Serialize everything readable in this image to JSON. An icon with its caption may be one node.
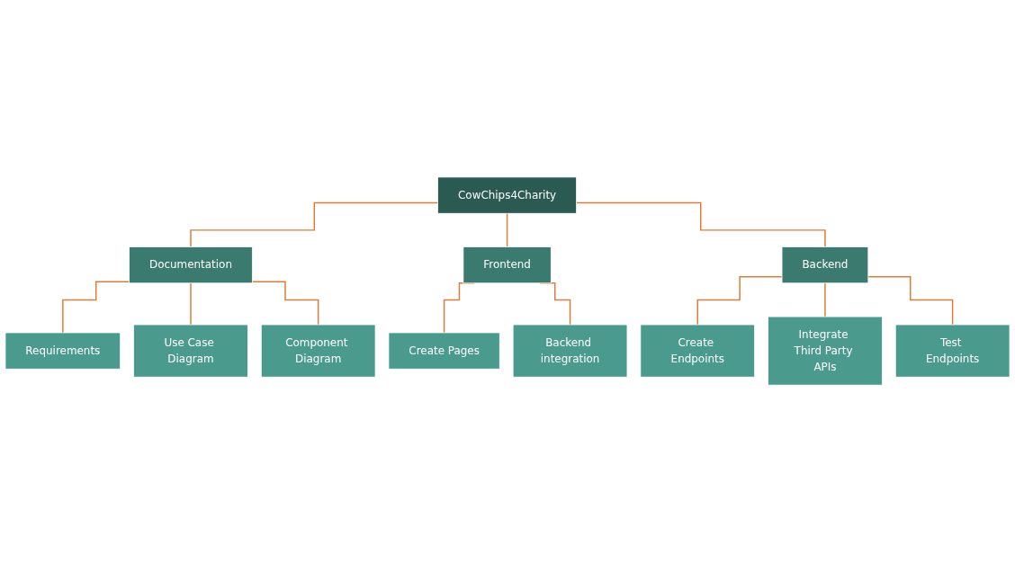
{
  "diagram": {
    "nodes": [
      {
        "text": [
          "CowChips4Charity"
        ]
      },
      {
        "text": [
          "Documentation"
        ]
      },
      {
        "text": [
          "Frontend"
        ]
      },
      {
        "text": [
          "Backend"
        ]
      },
      {
        "text": [
          "Requirements"
        ]
      },
      {
        "text": [
          "Use Case Diagram"
        ]
      },
      {
        "text": [
          "Component Diagram"
        ]
      },
      {
        "text": [
          "Create Pages"
        ]
      },
      {
        "text": [
          "Backend integration"
        ]
      },
      {
        "text": [
          "Create Endpoints"
        ]
      },
      {
        "text": [
          "Integrate Third Party APIs"
        ]
      },
      {
        "text": [
          "Test Endpoints"
        ]
      }
    ],
    "edges": [
      {
        "from": 0,
        "to": 1,
        "arrow": "none"
      },
      {
        "from": 0,
        "to": 2,
        "arrow": "none"
      },
      {
        "from": 0,
        "to": 3,
        "arrow": "none"
      },
      {
        "from": 1,
        "to": 4,
        "arrow": "none"
      },
      {
        "from": 1,
        "to": 5,
        "arrow": "none"
      },
      {
        "from": 1,
        "to": 6,
        "arrow": "none"
      },
      {
        "from": 2,
        "to": 7,
        "arrow": "none"
      },
      {
        "from": 2,
        "to": 8,
        "arrow": "none"
      },
      {
        "from": 3,
        "to": 9,
        "arrow": "none"
      },
      {
        "from": 3,
        "to": 10,
        "arrow": "none"
      },
      {
        "from": 3,
        "to": 11,
        "arrow": "none"
      }
    ]
  }
}
